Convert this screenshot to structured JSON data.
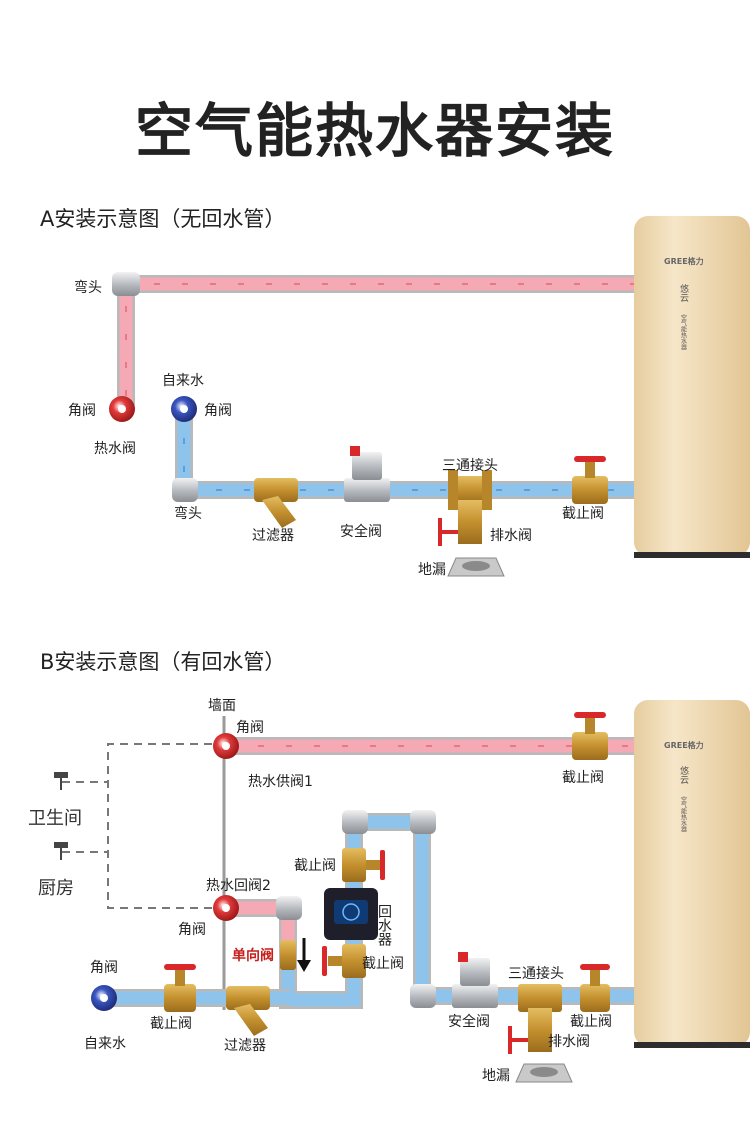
{
  "title": "空气能热水器安装",
  "diagram_a": {
    "heading": "A安装示意图（无回水管）",
    "labels": {
      "elbow_top": "弯头",
      "tap_water": "自来水",
      "angle_valve_left": "角阀",
      "angle_valve_right": "角阀",
      "hot_water_valve": "热水阀",
      "elbow_bottom": "弯头",
      "filter": "过滤器",
      "safety_valve": "安全阀",
      "tee": "三通接头",
      "drain_valve": "排水阀",
      "floor_drain": "地漏",
      "stop_valve": "截止阀"
    }
  },
  "diagram_b": {
    "heading": "B安装示意图（有回水管）",
    "labels": {
      "wall": "墙面",
      "angle_valve_top": "角阀",
      "hot_supply_valve": "热水供阀1",
      "stop_valve_top": "截止阀",
      "bathroom": "卫生间",
      "kitchen": "厨房",
      "hot_return_valve": "热水回阀2",
      "angle_valve_mid": "角阀",
      "check_valve": "单向阀",
      "stop_valve_pump_top": "截止阀",
      "stop_valve_pump_bottom": "截止阀",
      "return_pump": "回水器",
      "angle_valve_left": "角阀",
      "tap_water": "自来水",
      "stop_valve_left": "截止阀",
      "filter": "过滤器",
      "safety_valve": "安全阀",
      "tee": "三通接头",
      "stop_valve_right": "截止阀",
      "drain_valve": "排水阀",
      "floor_drain": "地漏"
    }
  },
  "tank": {
    "brand": "GREE格力",
    "model": "悠云",
    "subtitle": "空气能热水器"
  },
  "colors": {
    "hot_pipe": "#f4a9b4",
    "cold_pipe": "#8ec4ec",
    "valve_red": "#d8282a",
    "valve_blue": "#2b3f9e",
    "brass": "#c99a3a",
    "tank": "#f0dcb8",
    "dashed": "#777777"
  }
}
